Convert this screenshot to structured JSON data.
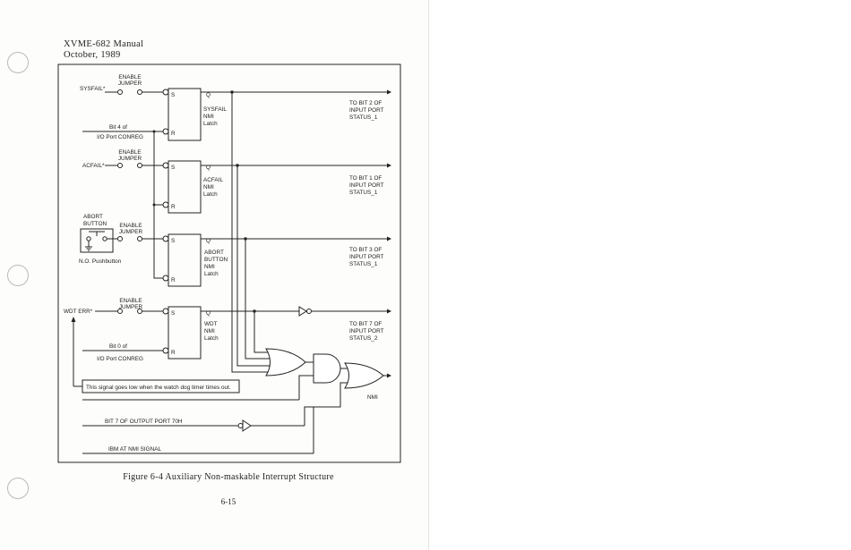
{
  "header": {
    "line1": "XVME-682 Manual",
    "line2": "October, 1989"
  },
  "diagram": {
    "latches": [
      {
        "label": "SYSFAIL NMI Latch",
        "lines": [
          "SYSFAIL",
          "NMI",
          "Latch"
        ]
      },
      {
        "label": "ACFAIL NMI Latch",
        "lines": [
          "ACFAIL",
          "NMI",
          "Latch"
        ]
      },
      {
        "label": "ABORT BUTTON NMI Latch",
        "lines": [
          "ABORT",
          "BUTTON",
          "NMI",
          "Latch"
        ]
      },
      {
        "label": "WDT NMI Latch",
        "lines": [
          "WDT",
          "NMI",
          "Latch"
        ]
      }
    ],
    "pin_s": "S",
    "pin_r": "R",
    "pin_q": "Q",
    "jumpers": [
      {
        "lines": [
          "ENABLE",
          "JUMPER"
        ]
      },
      {
        "lines": [
          "ENABLE",
          "JUMPER"
        ]
      },
      {
        "lines": [
          "ENABLE",
          "JUMPER"
        ]
      },
      {
        "lines": [
          "ENABLE",
          "JUMPER"
        ]
      }
    ],
    "inputs": {
      "sysfail": "SYSFAIL*",
      "acfail": "ACFAIL*",
      "wdt_err": "WDT ERR*"
    },
    "reset_labels": [
      {
        "lines": [
          "Bit 4 of",
          "I/O Port CONREG"
        ]
      },
      {
        "lines": [
          "Bit 0 of",
          "I/O Port CONREG"
        ]
      }
    ],
    "abort_button": {
      "lines": [
        "ABORT",
        "BUTTON"
      ],
      "caption": "N.O. Pushbutton"
    },
    "outputs": [
      {
        "lines": [
          "TO BIT 2 OF",
          "INPUT PORT",
          "STATUS_1"
        ]
      },
      {
        "lines": [
          "TO BIT 1 OF",
          "INPUT PORT",
          "STATUS_1"
        ]
      },
      {
        "lines": [
          "TO BIT 3 OF",
          "INPUT PORT",
          "STATUS_1"
        ]
      },
      {
        "lines": [
          "TO BIT 7 OF",
          "INPUT PORT",
          "STATUS_2"
        ]
      }
    ],
    "note": "This signal goes low when the watch dog timer times out.",
    "bit7_label": "BIT 7 OF OUTPUT PORT 70H",
    "ibm_label": "IBM AT NMI SIGNAL",
    "nmi_label": "NMI"
  },
  "caption": "Figure 6-4  Auxiliary Non-maskable Interrupt Structure",
  "page_number": "6-15"
}
